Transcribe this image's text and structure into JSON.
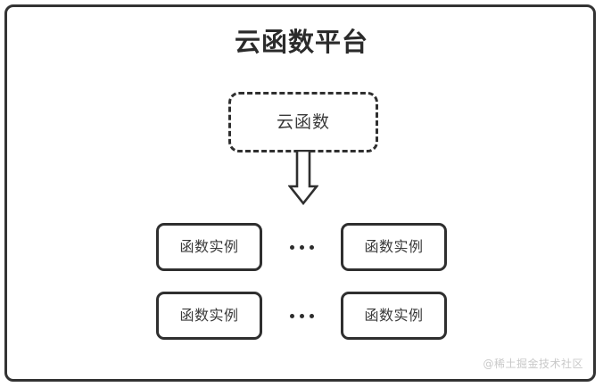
{
  "diagram": {
    "title": "云函数平台",
    "function_node": {
      "label": "云函数",
      "style": "dashed"
    },
    "arrow": {
      "icon": "down-arrow-icon",
      "direction": "down"
    },
    "instance_rows": [
      {
        "left_instance": "函数实例",
        "ellipsis": "···",
        "right_instance": "函数实例"
      },
      {
        "left_instance": "函数实例",
        "ellipsis": "···",
        "right_instance": "函数实例"
      }
    ],
    "watermark": "@稀土掘金技术社区",
    "colors": {
      "border": "#2f2f2f",
      "outer_border": "#333333",
      "text": "#3a3a3a",
      "title_text": "#2b2b2b",
      "background": "#ffffff",
      "watermark_text": "#c9c9c9"
    }
  }
}
